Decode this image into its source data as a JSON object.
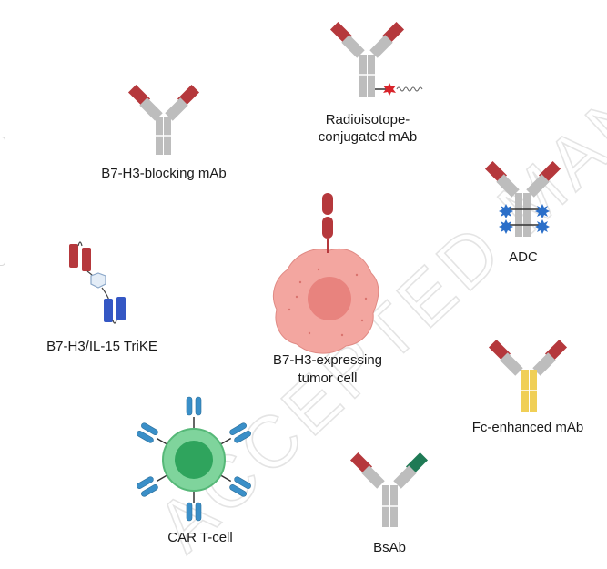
{
  "labels": {
    "blocking": "B7-H3-blocking mAb",
    "radio_1": "Radioisotope-",
    "radio_2": "conjugated mAb",
    "adc": "ADC",
    "trike": "B7-H3/IL-15 TriKE",
    "tumor_1": "B7-H3-expressing",
    "tumor_2": "tumor cell",
    "fc": "Fc-enhanced mAb",
    "car": "CAR T-cell",
    "bsab": "BsAb"
  },
  "watermark": "ACCEPTED MANUSCRIPT",
  "colors": {
    "antibody_variable_red": "#b5383c",
    "antibody_gray": "#b9b9b9",
    "fc_yellow": "#f0cf56",
    "bsab_green": "#1f7a55",
    "drug_blue": "#2b6fc9",
    "trike_blue": "#3457c4",
    "tumor_pink": "#f3a6a0",
    "tumor_nucleus": "#e8837e",
    "car_green_outer": "#7fd49c",
    "car_green_inner": "#2fa45d",
    "car_receptor_blue": "#3a8fc8"
  }
}
